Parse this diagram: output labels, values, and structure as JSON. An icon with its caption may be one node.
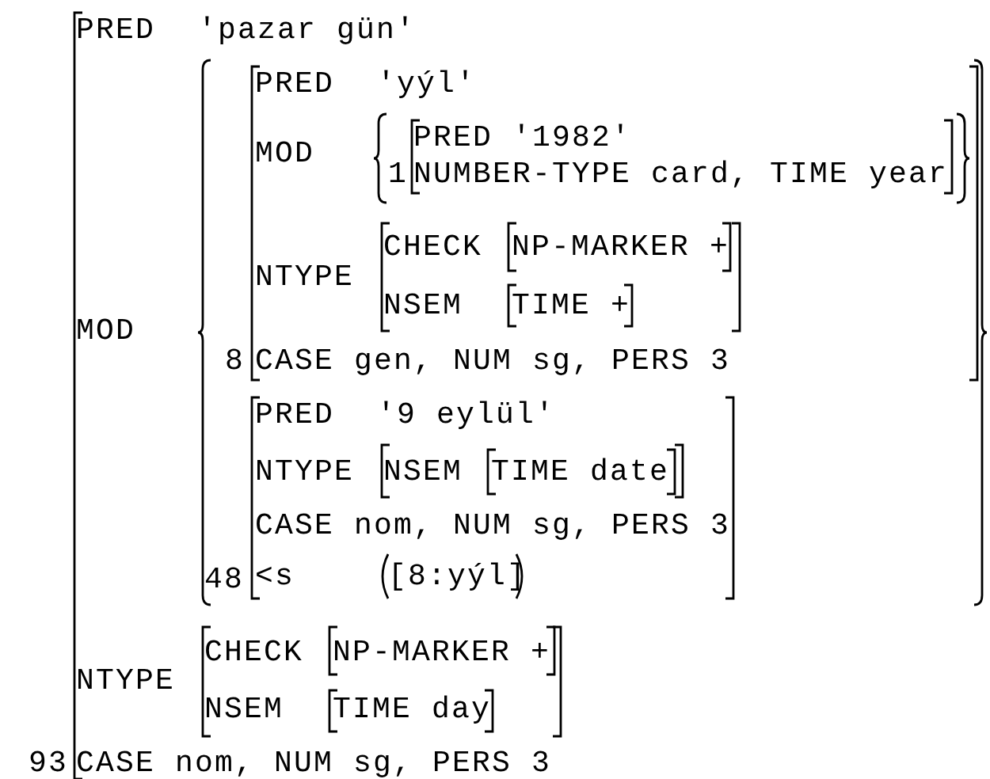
{
  "diagram": {
    "nodes": [
      {
        "text": [
          "PRED",
          "'pazar gün'",
          "MOD",
          "NTYPE",
          "CASE nom, NUM sg, PERS 3"
        ],
        "beside": [
          "93"
        ]
      },
      {
        "text": [],
        "shape": "braces",
        "in": 0
      },
      {
        "text": [
          "PRED",
          "'yýl'",
          "MOD",
          "NTYPE",
          "CASE gen, NUM sg, PERS 3"
        ],
        "beside": [
          "8"
        ],
        "in": 1
      },
      {
        "text": [],
        "shape": "braces",
        "in": 2
      },
      {
        "text": [
          "PRED '1982'",
          "NUMBER-TYPE card, TIME year"
        ],
        "beside": [
          "1"
        ],
        "in": 3
      },
      {
        "text": [
          "CHECK",
          "NSEM"
        ],
        "in": 2
      },
      {
        "text": [
          "NP-MARKER +"
        ],
        "in": 5
      },
      {
        "text": [
          "TIME +"
        ],
        "in": 5
      },
      {
        "text": [
          "PRED",
          "'9 eylül'",
          "NTYPE",
          "CASE nom, NUM sg, PERS 3",
          "<s"
        ],
        "beside": [
          "48"
        ],
        "in": 1
      },
      {
        "text": [
          "NSEM"
        ],
        "in": 8
      },
      {
        "text": [
          "TIME date"
        ],
        "in": 9
      },
      {
        "text": [
          "[8:yýl]"
        ],
        "in": 8
      },
      {
        "text": [
          "CHECK",
          "NSEM"
        ],
        "in": 0
      },
      {
        "text": [
          "NP-MARKER +"
        ],
        "in": 12
      },
      {
        "text": [
          "TIME day"
        ],
        "in": 12
      }
    ]
  }
}
